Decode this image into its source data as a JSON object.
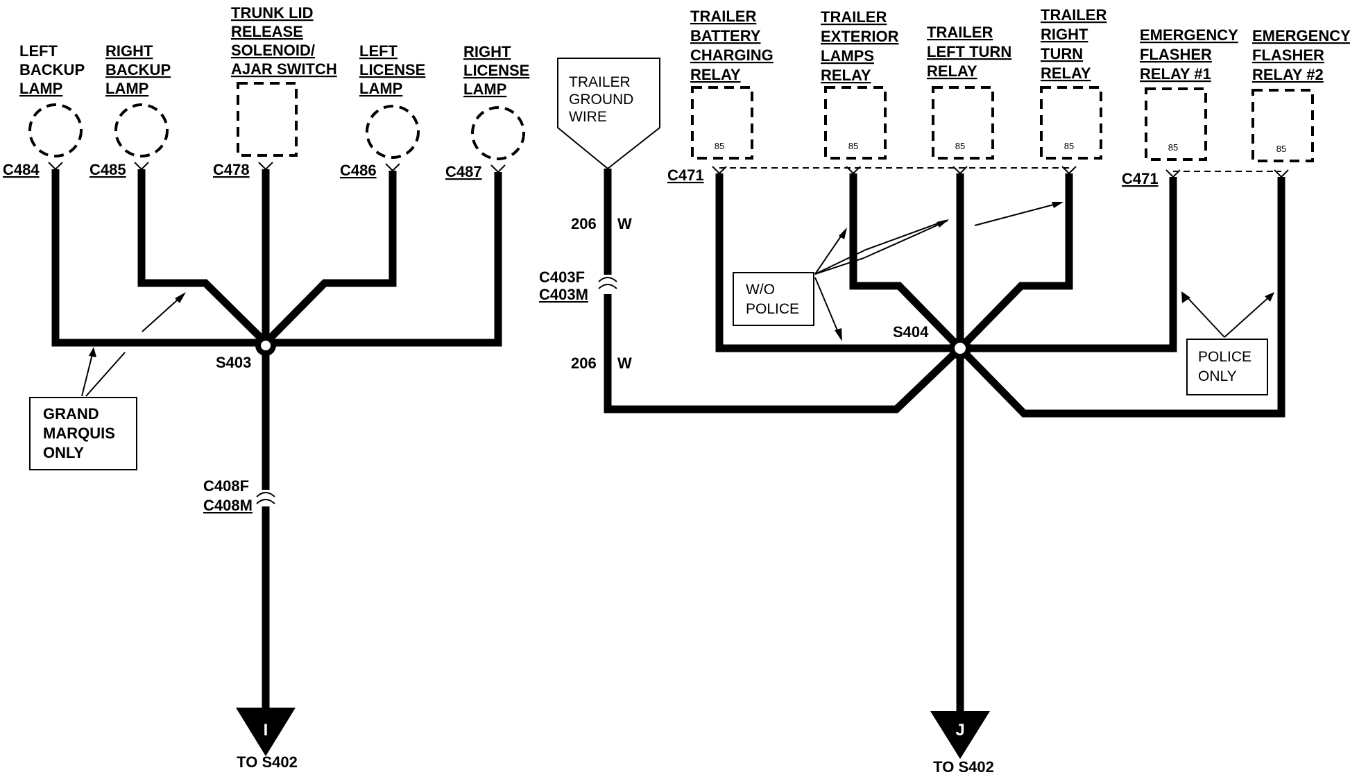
{
  "left": {
    "components": [
      {
        "id": "left-backup-lamp",
        "lines": [
          "LEFT",
          "BACKUP",
          "LAMP"
        ],
        "connector": "C484"
      },
      {
        "id": "right-backup-lamp",
        "lines": [
          "RIGHT",
          "BACKUP",
          "LAMP"
        ],
        "connector": "C485"
      },
      {
        "id": "trunk-lid-switch",
        "lines": [
          "TRUNK LID",
          "RELEASE",
          "SOLENOID/",
          "AJAR SWITCH"
        ],
        "connector": "C478"
      },
      {
        "id": "left-license-lamp",
        "lines": [
          "LEFT",
          "LICENSE",
          "LAMP"
        ],
        "connector": "C486"
      },
      {
        "id": "right-license-lamp",
        "lines": [
          "RIGHT",
          "LICENSE",
          "LAMP"
        ],
        "connector": "C487"
      }
    ],
    "splice": "S403",
    "note": [
      "GRAND",
      "MARQUIS",
      "ONLY"
    ],
    "inline_connector": [
      "C408F",
      "C408M"
    ],
    "arrow_letter": "I",
    "destination": "TO S402"
  },
  "right": {
    "ground_wire": [
      "TRAILER",
      "GROUND",
      "WIRE"
    ],
    "wire_upper": {
      "circuit": "206",
      "color": "W"
    },
    "wire_lower": {
      "circuit": "206",
      "color": "W"
    },
    "inline_connector": [
      "C403F",
      "C403M"
    ],
    "relays": [
      {
        "id": "trailer-battery-charging-relay",
        "lines": [
          "TRAILER",
          "BATTERY",
          "CHARGING",
          "RELAY"
        ],
        "pin": "85"
      },
      {
        "id": "trailer-exterior-lamps-relay",
        "lines": [
          "TRAILER",
          "EXTERIOR",
          "LAMPS",
          "RELAY"
        ],
        "pin": "85"
      },
      {
        "id": "trailer-left-turn-relay",
        "lines": [
          "TRAILER",
          "LEFT TURN",
          "RELAY"
        ],
        "pin": "85"
      },
      {
        "id": "trailer-right-turn-relay",
        "lines": [
          "TRAILER",
          "RIGHT",
          "TURN",
          "RELAY"
        ],
        "pin": "85"
      },
      {
        "id": "emergency-flasher-relay-1",
        "lines": [
          "EMERGENCY",
          "FLASHER",
          "RELAY #1"
        ],
        "pin": "85"
      },
      {
        "id": "emergency-flasher-relay-2",
        "lines": [
          "EMERGENCY",
          "FLASHER",
          "RELAY #2"
        ],
        "pin": "85"
      }
    ],
    "connector_a": "C471",
    "connector_b": "C471",
    "splice": "S404",
    "note_wo_police": [
      "W/O",
      "POLICE"
    ],
    "note_police_only": [
      "POLICE",
      "ONLY"
    ],
    "arrow_letter": "J",
    "destination": "TO S402"
  }
}
